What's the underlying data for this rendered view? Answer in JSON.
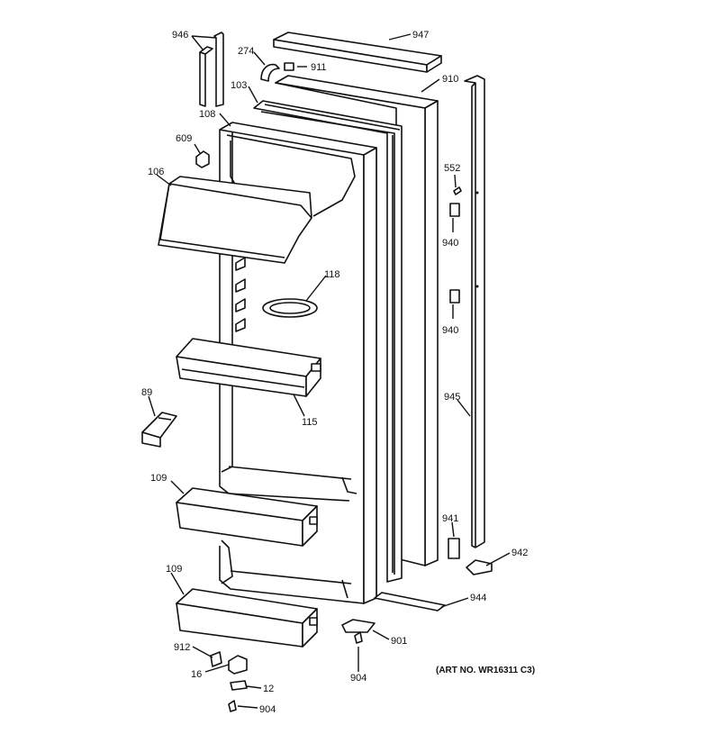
{
  "labels": {
    "l946": "946",
    "l947": "947",
    "l274": "274",
    "l911": "911",
    "l103": "103",
    "l910": "910",
    "l108": "108",
    "l609": "609",
    "l106": "106",
    "l552": "552",
    "l940a": "940",
    "l940b": "940",
    "l118": "118",
    "l89": "89",
    "l115": "115",
    "l945": "945",
    "l109a": "109",
    "l109b": "109",
    "l941": "941",
    "l942": "942",
    "l944": "944",
    "l901": "901",
    "l912": "912",
    "l16": "16",
    "l12": "12",
    "l904a": "904",
    "l904b": "904"
  },
  "art_number": "(ART NO. WR16311 C3)"
}
